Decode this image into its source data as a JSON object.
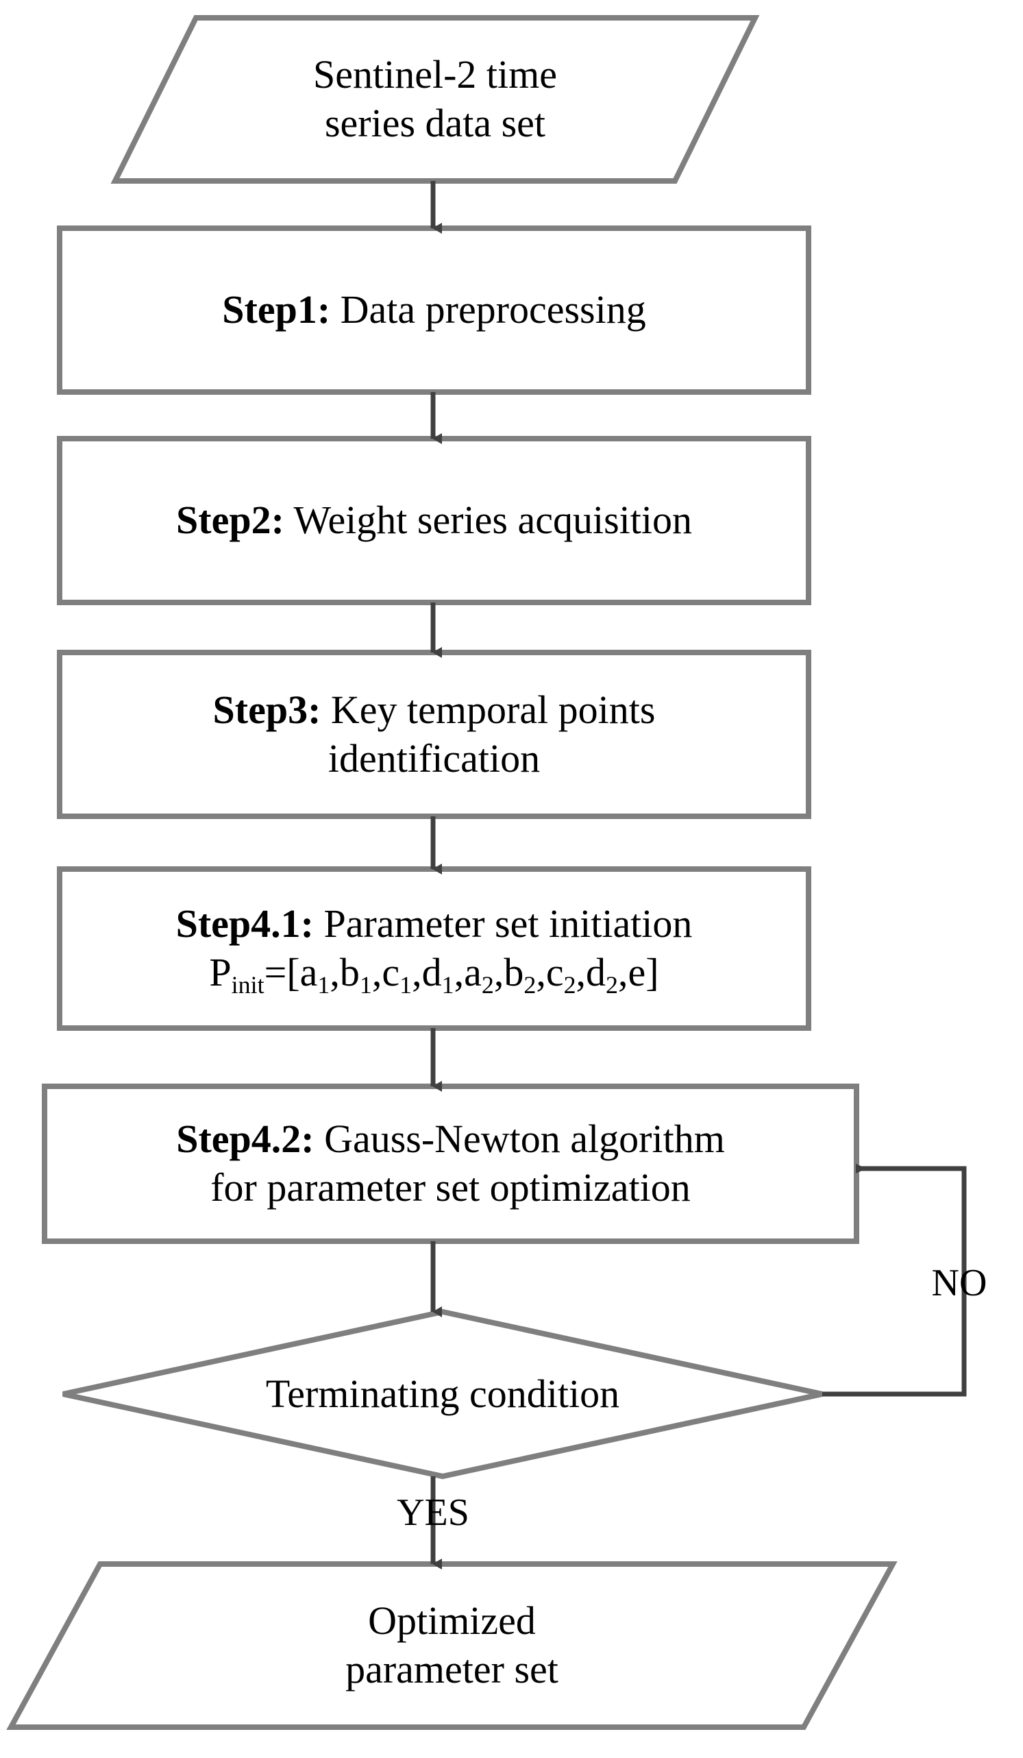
{
  "diagram": {
    "title": "Algorithm workflow flowchart",
    "colors": {
      "shape_stroke": "#7f7f7f",
      "arrow_stroke": "#404040",
      "text": "#000000",
      "background": "#ffffff"
    },
    "nodes": [
      {
        "id": "input-data",
        "shape": "parallelogram",
        "lines": [
          "Sentinel-2 time",
          "series data set"
        ]
      },
      {
        "id": "step1",
        "shape": "rectangle",
        "bold_prefix": "Step1:",
        "lines": [
          "Data preprocessing"
        ]
      },
      {
        "id": "step2",
        "shape": "rectangle",
        "bold_prefix": "Step2:",
        "lines": [
          "Weight series acquisition"
        ]
      },
      {
        "id": "step3",
        "shape": "rectangle",
        "bold_prefix": "Step3:",
        "lines": [
          "Key temporal points",
          "identification"
        ]
      },
      {
        "id": "step4-1",
        "shape": "rectangle",
        "bold_prefix": "Step4.1:",
        "lines": [
          "Parameter set initiation"
        ],
        "formula": {
          "symbol": "P",
          "subscript": "init",
          "expression": "=[a1,b1,c1,d1,a2,b2,c2,d2,e]"
        }
      },
      {
        "id": "step4-2",
        "shape": "rectangle",
        "bold_prefix": "Step4.2:",
        "lines": [
          "Gauss-Newton algorithm",
          "for parameter set optimization"
        ]
      },
      {
        "id": "terminating-condition",
        "shape": "diamond",
        "lines": [
          "Terminating condition"
        ]
      },
      {
        "id": "output-data",
        "shape": "parallelogram",
        "lines": [
          "Optimized",
          "parameter set"
        ]
      }
    ],
    "edge_labels": {
      "no": "NO",
      "yes": "YES"
    }
  }
}
